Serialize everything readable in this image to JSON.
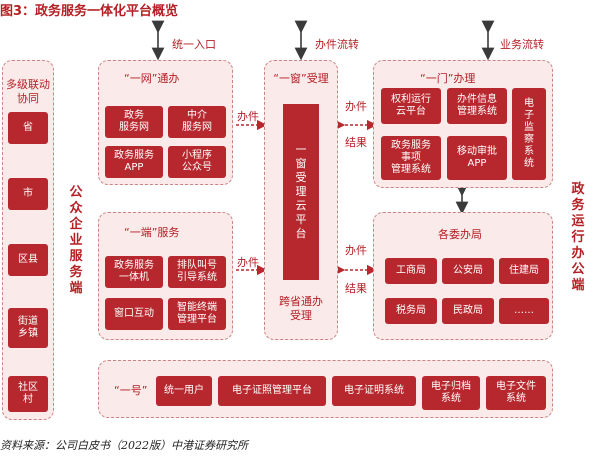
{
  "title": "图3：政务服务一体化平台概览",
  "source": "资料来源：公司白皮书（2022版）中港证券研究所",
  "flows": {
    "tongyi": "统一入口",
    "banjian1": "办件流转",
    "yewu": "业务流转"
  },
  "left_levels": {
    "header": "多级联动\n协同",
    "items": [
      "省",
      "市",
      "区县",
      "街道\n乡镇",
      "社区\n村"
    ]
  },
  "left_vertical": "公\n众\n企\n业\n服\n务\n端",
  "right_vertical": "政\n务\n运\n行\n办\n公\n端",
  "wang": {
    "label": "“一网”通办",
    "items": [
      "政务\n服务网",
      "中介\n服务网",
      "政务服务\nAPP",
      "小程序\n公众号"
    ]
  },
  "duan": {
    "label": "“一端”服务",
    "items": [
      "政务服务\n一体机",
      "排队叫号\n引导系统",
      "窗口互动",
      "智能终端\n管理平台"
    ]
  },
  "chuang": {
    "label": "“一窗”受理",
    "main": "一\n窗\n受\n理\n云\n平\n台",
    "bottom": "跨省通办\n受理"
  },
  "men": {
    "label": "“一门”办理",
    "items": [
      "权利运行\n云平台",
      "办件信息\n管理系统",
      "政务服务\n事项\n管理系统",
      "移动审批\nAPP"
    ],
    "side": "电\n子\n监\n察\n系\n统"
  },
  "gewei": {
    "label": "各委办局",
    "items": [
      "工商局",
      "公安局",
      "住建局",
      "税务局",
      "民政局",
      "……"
    ]
  },
  "arrows": {
    "banjian": "办件",
    "jieguo": "结果"
  },
  "hao": {
    "label": "“一号”",
    "items": [
      "统一用户",
      "电子证照管理平台",
      "电子证明系统",
      "电子归档\n系统",
      "电子文件\n系统"
    ]
  }
}
